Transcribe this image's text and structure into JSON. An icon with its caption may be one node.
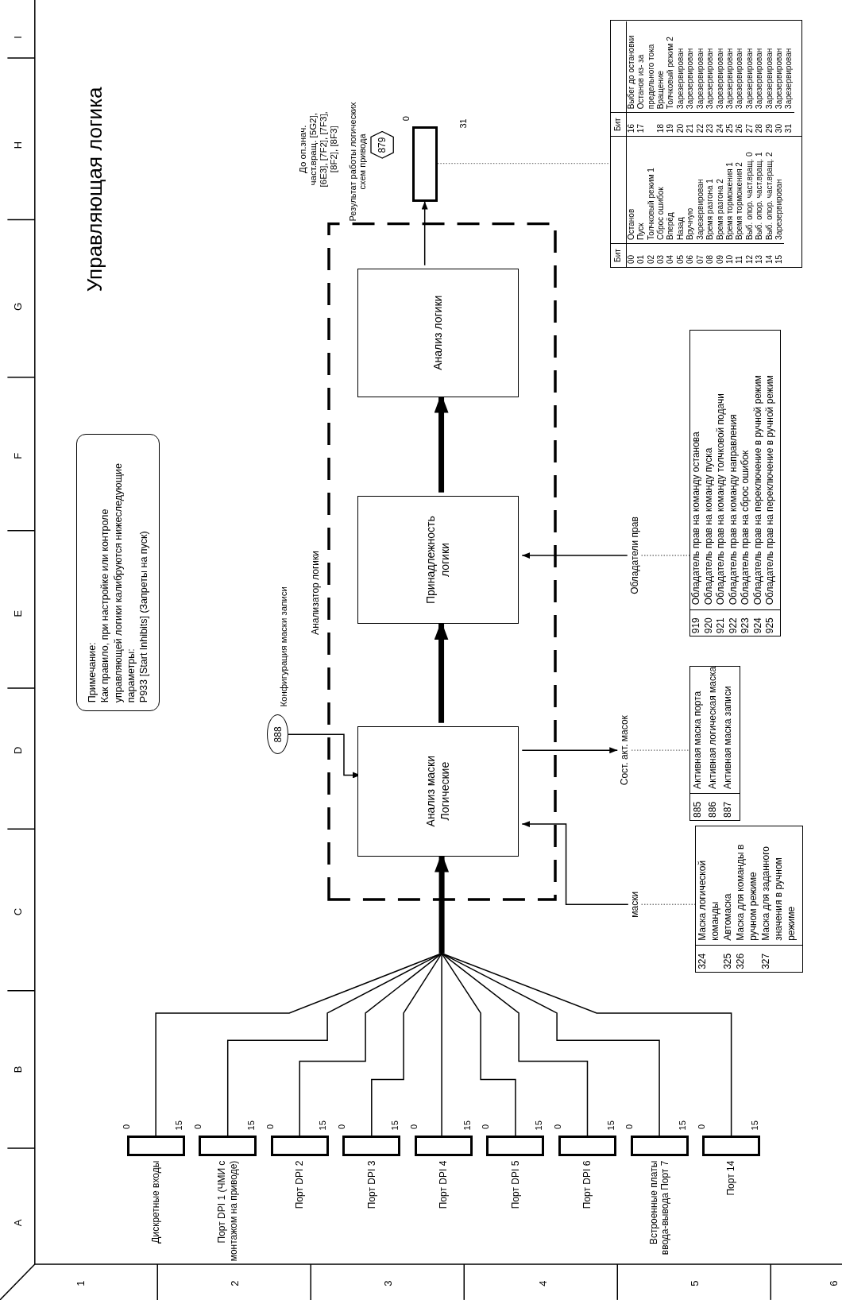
{
  "diagram": {
    "title": "Управляющая логика",
    "nodes": [
      {
        "text": [
          "Примечание:",
          "Как правило, при настройке или контроле управляющей логики калибруются нижеследующие параметры:",
          "P933 [Start Inhibits] (Запреты на пуск)"
        ]
      },
      {
        "text": [
          "Анализатор логики"
        ]
      },
      {
        "text": [
          "Анализ маски Логические"
        ],
        "in": 1
      },
      {
        "text": [
          "Принадлежность логики"
        ],
        "in": 1
      },
      {
        "text": [
          "Анализ логики"
        ],
        "in": 1
      },
      {
        "text": [
          "888"
        ],
        "beside": [
          "Конфигурация маски записи"
        ]
      },
      {
        "text": [
          "Дискретные входы"
        ],
        "beside": [
          "0",
          "15"
        ]
      },
      {
        "text": [
          "Порт DPI 1 (ЧМИ с монтажом на приводе)"
        ],
        "beside": [
          "0",
          "15"
        ]
      },
      {
        "text": [
          "Порт DPI 2"
        ],
        "beside": [
          "0",
          "15"
        ]
      },
      {
        "text": [
          "Порт DPI 3"
        ],
        "beside": [
          "0",
          "15"
        ]
      },
      {
        "text": [
          "Порт DPI 4"
        ],
        "beside": [
          "0",
          "15"
        ]
      },
      {
        "text": [
          "Порт DPI 5"
        ],
        "beside": [
          "0",
          "15"
        ]
      },
      {
        "text": [
          "Порт DPI 6"
        ],
        "beside": [
          "0",
          "15"
        ]
      },
      {
        "text": [
          "Встроенные платы ввода-вывода Порт 7"
        ],
        "beside": [
          "0",
          "15"
        ]
      },
      {
        "text": [
          "Порт 14"
        ],
        "beside": [
          "0",
          "15"
        ]
      },
      {
        "text": [],
        "shape": "bar",
        "beside": [
          "0",
          "31"
        ]
      },
      {
        "text": [
          "879"
        ]
      },
      {
        "text": [
          "маски"
        ]
      },
      {
        "text": [
          "Сост. акт. масок"
        ]
      },
      {
        "text": [
          "Обладатели прав"
        ]
      },
      {
        "text": [
          "324",
          "Маска логической команды",
          "325",
          "Автомаска",
          "326",
          "Маска для команды в ручном режиме",
          "327",
          "Маска для заданного значения в ручном режиме"
        ]
      },
      {
        "text": [
          "885",
          "Активная маска порта",
          "886",
          "Активная логическая маска",
          "887",
          "Активная маска записи"
        ]
      },
      {
        "text": [
          "919",
          "Обладатель прав на команду останова",
          "920",
          "Обладатель прав на команду пуска",
          "921",
          "Обладатель прав на команду толчковой подачи",
          "922",
          "Обладатель прав на команду направления",
          "923",
          "Обладатель прав на сброс ошибок",
          "924",
          "Обладатель прав на переключение в ручной режим",
          "925",
          "Обладатель прав на переключение в ручной режим"
        ]
      },
      {
        "text": [
          "Бит",
          "00",
          "Останов",
          "01",
          "Пуск",
          "02",
          "Толчковый режим 1",
          "03",
          "Сброс ошибок",
          "04",
          "Вперёд",
          "05",
          "Назад",
          "06",
          "Вручную",
          "07",
          "Зарезервирован",
          "08",
          "Время разгона 1",
          "09",
          "Время разгона 2",
          "10",
          "Время торможения 1",
          "11",
          "Время торможения 2",
          "12",
          "Выб. опор. част.вращ. 0",
          "13",
          "Выб. опор. част.вращ. 1",
          "14",
          "Выб. опор. част.вращ. 2",
          "15",
          "Зарезервирован",
          "Бит",
          "16",
          "Выбег до остановки",
          "17",
          "Останов из- за предельного тока",
          "18",
          "Вращение",
          "19",
          "Толчковый режим 2",
          "20",
          "Зарезервирован",
          "21",
          "Зарезервирован",
          "22",
          "Зарезервирован",
          "23",
          "Зарезервирован",
          "24",
          "Зарезервирован",
          "25",
          "Зарезервирован",
          "26",
          "Зарезервирован",
          "27",
          "Зарезервирован",
          "28",
          "Зарезервирован",
          "29",
          "Зарезервирован",
          "30",
          "Зарезервирован",
          "31",
          "Зарезервирован"
        ]
      }
    ],
    "edges": [
      {
        "from": 6,
        "to": 2,
        "arrow": "to"
      },
      {
        "from": 7,
        "to": 2,
        "arrow": "to"
      },
      {
        "from": 8,
        "to": 2,
        "arrow": "to"
      },
      {
        "from": 9,
        "to": 2,
        "arrow": "to"
      },
      {
        "from": 10,
        "to": 2,
        "arrow": "to"
      },
      {
        "from": 11,
        "to": 2,
        "arrow": "to"
      },
      {
        "from": 12,
        "to": 2,
        "arrow": "to"
      },
      {
        "from": 13,
        "to": 2,
        "arrow": "to"
      },
      {
        "from": 14,
        "to": 2,
        "arrow": "to"
      },
      {
        "from": 2,
        "to": 3,
        "arrow": "to",
        "style": "thick"
      },
      {
        "from": 3,
        "to": 4,
        "arrow": "to",
        "style": "thick"
      },
      {
        "from": 4,
        "to": 15,
        "arrow": "to"
      },
      {
        "from": 5,
        "to": 2,
        "arrow": "to"
      },
      {
        "from": 17,
        "to": 2,
        "arrow": "to"
      },
      {
        "from": 2,
        "to": 18,
        "arrow": "to"
      },
      {
        "from": 19,
        "to": 3,
        "arrow": "to"
      },
      {
        "from": 17,
        "to": 20,
        "arrow": "none",
        "style": "dashed",
        "color": "#777777"
      },
      {
        "from": 18,
        "to": 21,
        "arrow": "none",
        "style": "dashed",
        "color": "#777777"
      },
      {
        "from": 19,
        "to": 22,
        "arrow": "none",
        "style": "dashed",
        "color": "#777777"
      },
      {
        "from": 15,
        "to": 23,
        "arrow": "none",
        "style": "dashed",
        "color": "#777777"
      }
    ],
    "labels": [
      "До оп.знач. част.вращ. [5G2], [6E3], [7F2], [7F3], [8F2], [8F3]",
      "Результат работы логических схем привода",
      "A",
      "B",
      "C",
      "D",
      "E",
      "F",
      "G",
      "H",
      "I",
      "1",
      "2",
      "3",
      "4",
      "5",
      "6"
    ]
  }
}
